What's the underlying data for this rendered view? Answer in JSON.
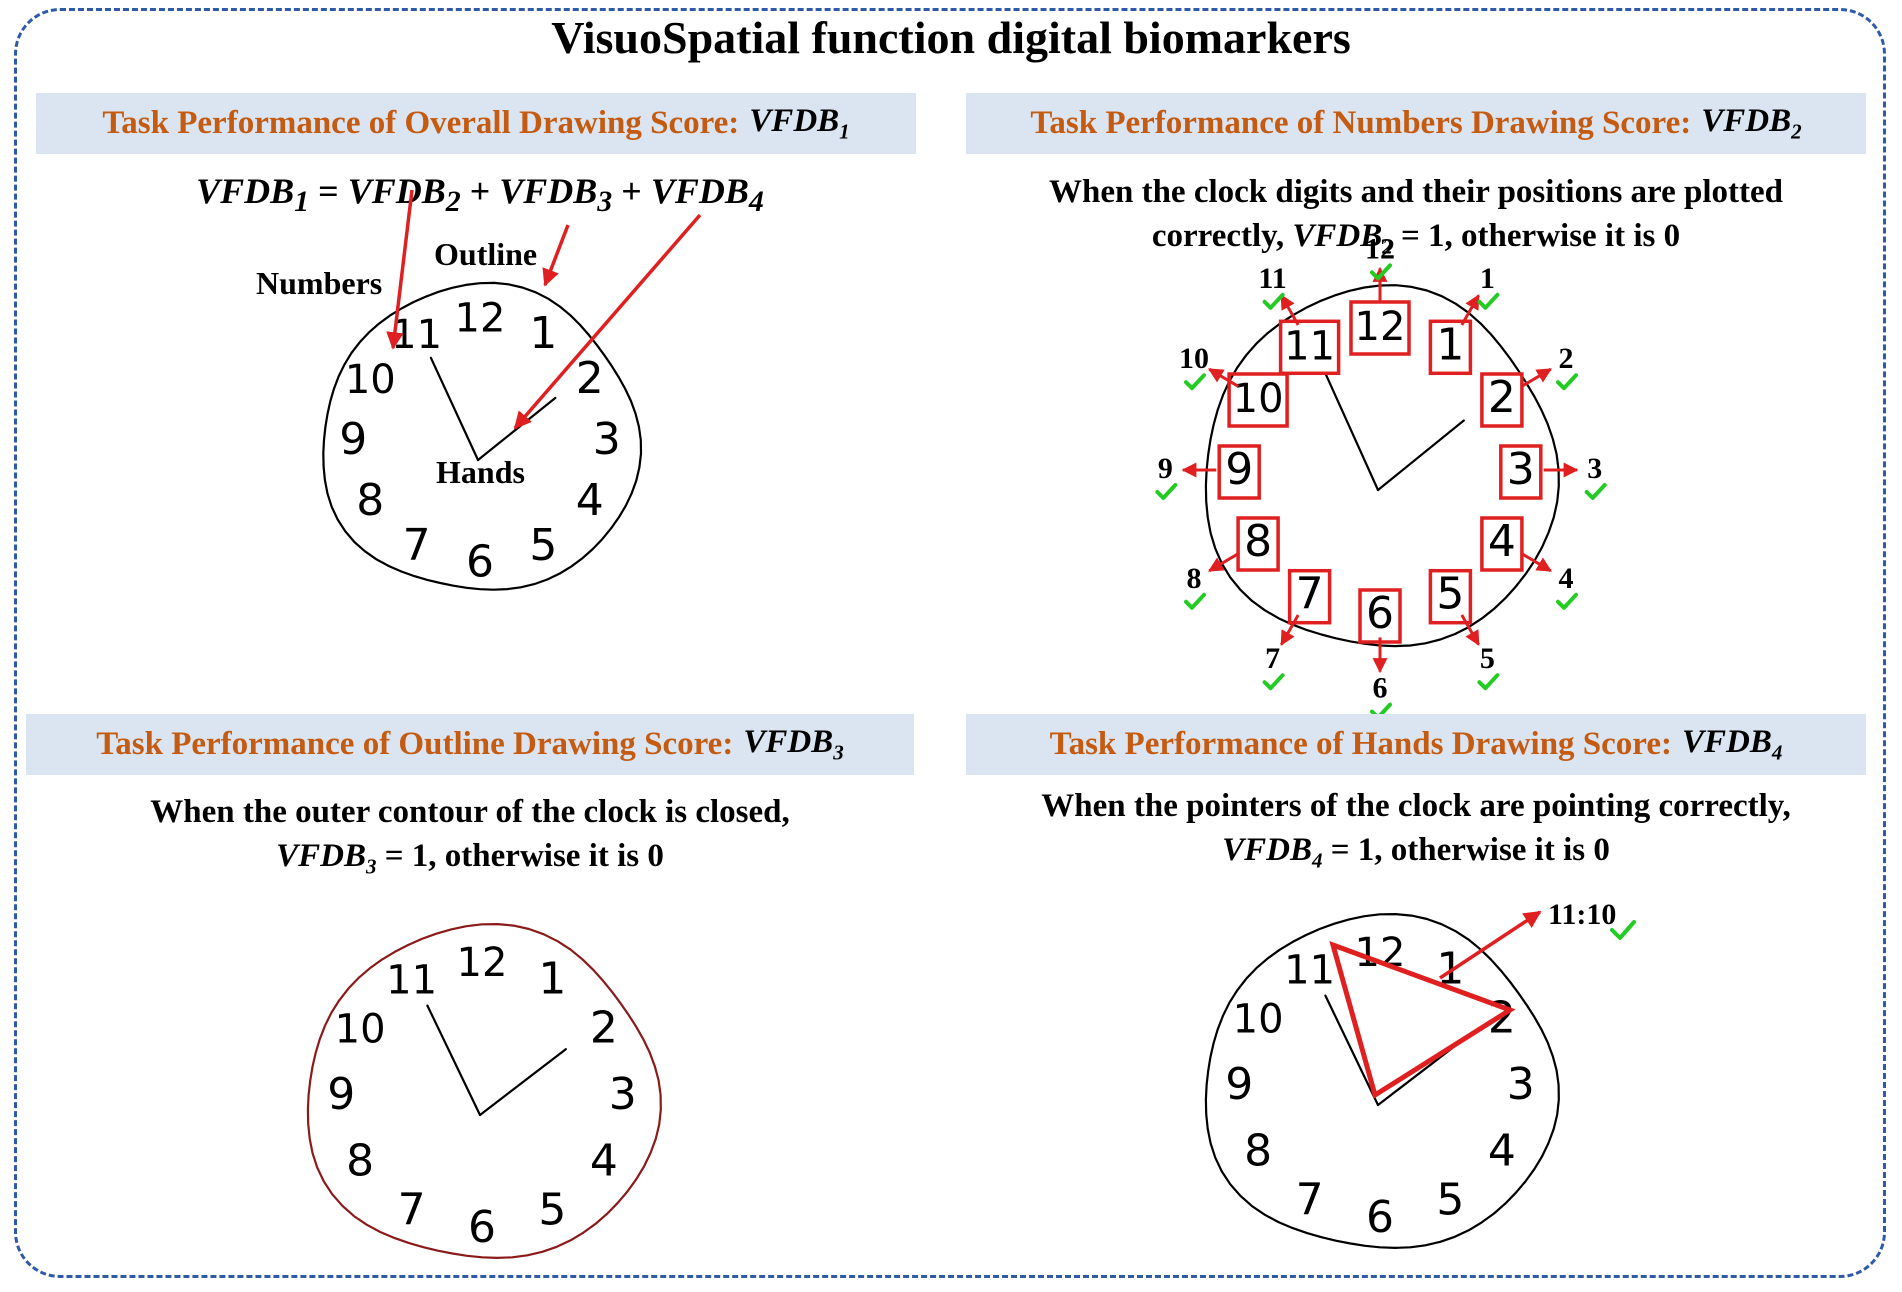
{
  "title": "VisuoSpatial function digital biomarkers",
  "panels": [
    {
      "banner_text": "Task Performance of Overall Drawing Score:",
      "var": "VFDB",
      "sub": "1",
      "formula": {
        "lhs": "VFDB",
        "lhs_sub": "1",
        "eq": "=",
        "plus": "+",
        "t1": "VFDB",
        "t1_sub": "2",
        "t2": "VFDB",
        "t2_sub": "3",
        "t3": "VFDB",
        "t3_sub": "4"
      },
      "labels": {
        "numbers": "Numbers",
        "outline": "Outline",
        "hands": "Hands"
      }
    },
    {
      "banner_text": "Task Performance of Numbers Drawing Score:",
      "var": "VFDB",
      "sub": "2",
      "desc_line1": "When the clock digits and their positions are plotted",
      "desc_pre": "correctly,",
      "desc_var": "VFDB",
      "desc_sub": "2",
      "desc_post": "= 1, otherwise it is 0",
      "number_labels": [
        "11",
        "12",
        "1",
        "2",
        "3",
        "4",
        "5",
        "6",
        "7",
        "8",
        "9",
        "10"
      ]
    },
    {
      "banner_text": "Task Performance of Outline Drawing Score:",
      "var": "VFDB",
      "sub": "3",
      "desc_line1": "When the outer contour of the clock is closed,",
      "desc_var": "VFDB",
      "desc_sub": "3",
      "desc_post": "= 1, otherwise it is 0"
    },
    {
      "banner_text": "Task Performance of Hands Drawing Score:",
      "var": "VFDB",
      "sub": "4",
      "desc_line1": "When the pointers of the clock are pointing correctly,",
      "desc_var": "VFDB",
      "desc_sub": "4",
      "desc_post": "= 1, otherwise it is 0",
      "time_label": "11:10"
    }
  ],
  "clock_digits": [
    "11",
    "12",
    "1",
    "2",
    "3",
    "4",
    "5",
    "6",
    "7",
    "8",
    "9",
    "10"
  ],
  "colors": {
    "banner_bg": "#dae5f1",
    "banner_text": "#c55a11",
    "frame": "#2f5aa8",
    "annotation": "#e02020",
    "check": "#22cc22",
    "outline_highlight": "#8b1a1a"
  }
}
